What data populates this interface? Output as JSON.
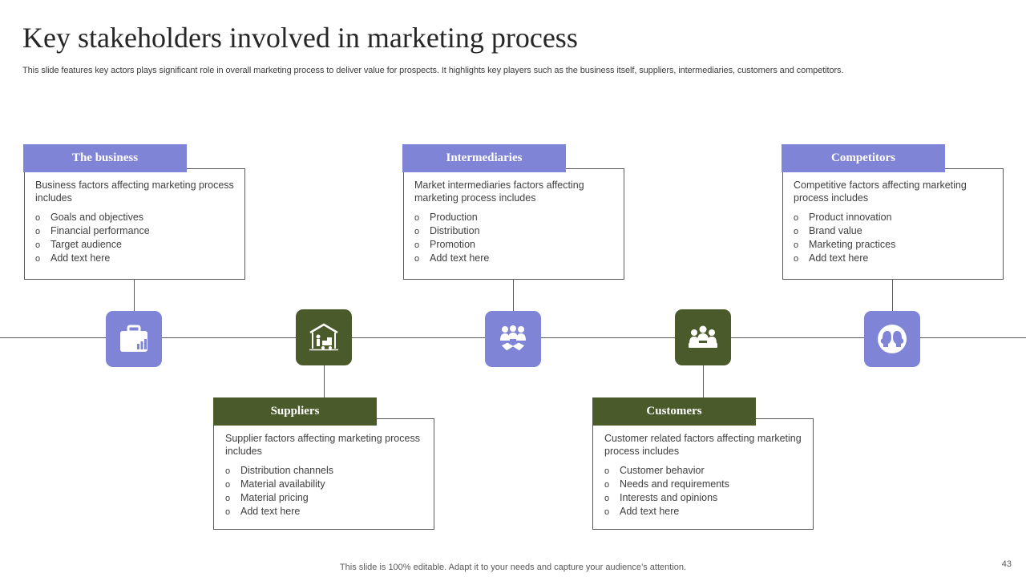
{
  "slide": {
    "title": "Key stakeholders involved in marketing process",
    "subtitle": "This slide features key actors plays significant role in overall marketing process  to deliver value for prospects. It highlights key players such as the business itself, suppliers, intermediaries, customers and competitors.",
    "footer": "This slide is 100% editable. Adapt it to your needs and capture your audience’s attention.",
    "page_number": "43"
  },
  "colors": {
    "purple": "#7f84d6",
    "green": "#4a5a2a",
    "line": "#595959"
  },
  "icons": [
    "briefcase-chart-icon",
    "warehouse-delivery-icon",
    "handshake-team-icon",
    "meeting-group-icon",
    "two-heads-icon"
  ],
  "stakeholders": {
    "business": {
      "title": "The business",
      "intro": "Business factors affecting marketing process includes",
      "bullet": "o",
      "items": [
        "Goals and objectives",
        "Financial performance",
        "Target audience",
        "Add text here"
      ]
    },
    "suppliers": {
      "title": "Suppliers",
      "intro": "Supplier factors affecting marketing process includes",
      "bullet": "o",
      "items": [
        "Distribution channels",
        "Material availability",
        "Material pricing",
        "Add text here"
      ]
    },
    "intermediaries": {
      "title": "Intermediaries",
      "intro": "Market intermediaries factors affecting marketing process includes",
      "bullet": "o",
      "items": [
        "Production",
        "Distribution",
        "Promotion",
        "Add text here"
      ]
    },
    "customers": {
      "title": "Customers",
      "intro": "Customer related  factors affecting marketing process includes",
      "bullet": "o",
      "items": [
        "Customer behavior",
        "Needs and requirements",
        "Interests and opinions",
        "Add text here"
      ]
    },
    "competitors": {
      "title": "Competitors",
      "intro": "Competitive factors affecting marketing process includes",
      "bullet": "o",
      "items": [
        "Product innovation",
        "Brand value",
        "Marketing practices",
        "Add text here"
      ]
    }
  }
}
